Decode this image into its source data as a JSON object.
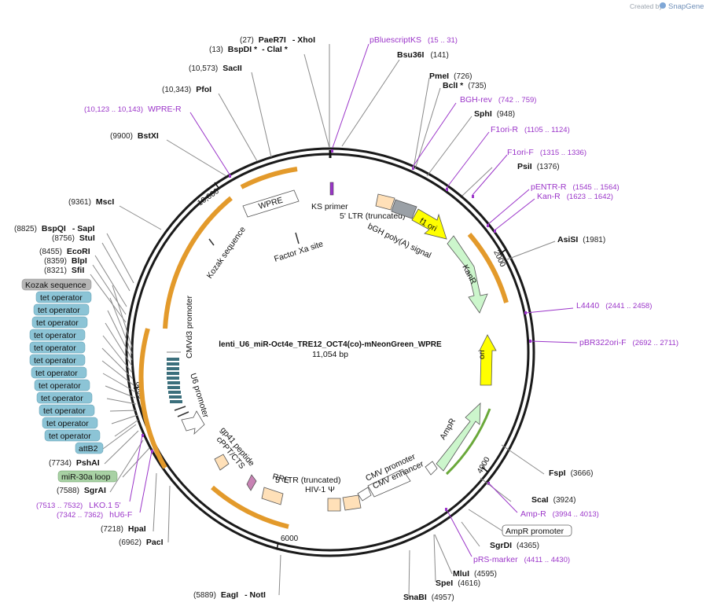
{
  "brand": {
    "created_by": "Created by",
    "app": "SnapGene"
  },
  "plasmid": {
    "name": "lenti_U6_miR-Oct4e_TRE12_OCT4(co)-mNeonGreen_WPRE",
    "size": "11,054 bp"
  },
  "ticks": [
    "2000",
    "4000",
    "6000",
    "8000",
    "10,000"
  ],
  "enzymes": [
    {
      "pos": "(27)",
      "name": "PaeR7I",
      "extra": "- XhoI"
    },
    {
      "pos": "(13)",
      "name": "BspDI *",
      "extra": "- ClaI *"
    },
    {
      "pos": "(10,573)",
      "name": "SacII",
      "extra": ""
    },
    {
      "pos": "(10,343)",
      "name": "PfoI",
      "extra": ""
    },
    {
      "pos": "(9900)",
      "name": "BstXI",
      "extra": ""
    },
    {
      "pos": "(9361)",
      "name": "MscI",
      "extra": ""
    },
    {
      "pos": "(8825)",
      "name": "BspQI",
      "extra": "- SapI"
    },
    {
      "pos": "(8756)",
      "name": "StuI",
      "extra": ""
    },
    {
      "pos": "(8455)",
      "name": "EcoRI",
      "extra": ""
    },
    {
      "pos": "(8359)",
      "name": "BlpI",
      "extra": ""
    },
    {
      "pos": "(8321)",
      "name": "SfiI",
      "extra": ""
    },
    {
      "pos": "(7734)",
      "name": "PshAI",
      "extra": ""
    },
    {
      "pos": "(7588)",
      "name": "SgrAI",
      "extra": ""
    },
    {
      "pos": "(7218)",
      "name": "HpaI",
      "extra": ""
    },
    {
      "pos": "(6962)",
      "name": "PacI",
      "extra": ""
    },
    {
      "pos": "(5889)",
      "name": "EagI",
      "extra": "- NotI"
    },
    {
      "pos": "(4957)",
      "name": "SnaBI",
      "extra": ""
    },
    {
      "pos": "(4616)",
      "name": "SpeI",
      "extra": ""
    },
    {
      "pos": "(4595)",
      "name": "MluI",
      "extra": ""
    },
    {
      "pos": "(4365)",
      "name": "SgrDI",
      "extra": ""
    },
    {
      "pos": "(3924)",
      "name": "ScaI",
      "extra": ""
    },
    {
      "pos": "(3666)",
      "name": "FspI",
      "extra": ""
    },
    {
      "pos": "(1981)",
      "name": "AsiSI",
      "extra": ""
    },
    {
      "pos": "(1376)",
      "name": "PsiI",
      "extra": ""
    },
    {
      "pos": "(948)",
      "name": "SphI",
      "extra": ""
    },
    {
      "pos": "(735)",
      "name": "BclI *",
      "extra": ""
    },
    {
      "pos": "(726)",
      "name": "PmeI",
      "extra": ""
    },
    {
      "pos": "(141)",
      "name": "Bsu36I",
      "extra": ""
    }
  ],
  "primers": [
    {
      "name": "pBluescriptKS",
      "range": "(15 .. 31)"
    },
    {
      "name": "WPRE-R",
      "range": "(10,123 .. 10,143)"
    },
    {
      "name": "BGH-rev",
      "range": "(742 .. 759)"
    },
    {
      "name": "F1ori-R",
      "range": "(1105 .. 1124)"
    },
    {
      "name": "F1ori-F",
      "range": "(1315 .. 1336)"
    },
    {
      "name": "pENTR-R",
      "range": "(1545 .. 1564)"
    },
    {
      "name": "Kan-R",
      "range": "(1623 .. 1642)"
    },
    {
      "name": "L4440",
      "range": "(2441 .. 2458)"
    },
    {
      "name": "pBR322ori-F",
      "range": "(2692 .. 2711)"
    },
    {
      "name": "Amp-R",
      "range": "(3994 .. 4013)"
    },
    {
      "name": "pRS-marker",
      "range": "(4411 .. 4430)"
    },
    {
      "name": "LKO.1 5'",
      "range": "(7513 .. 7532)"
    },
    {
      "name": "hU6-F",
      "range": "(7342 .. 7362)"
    }
  ],
  "badges": {
    "kozak": "Kozak sequence",
    "tet": [
      "tet operator",
      "tet operator",
      "tet operator",
      "tet operator",
      "tet operator",
      "tet operator",
      "tet operator",
      "tet operator",
      "tet operator",
      "tet operator",
      "tet operator",
      "tet operator"
    ],
    "attB2": "attB2",
    "mir": "miR-30a loop",
    "amp_promoter": "AmpR promoter"
  },
  "features": {
    "ks_primer": "KS primer",
    "ltr5_top": "5' LTR (truncated)",
    "bgh": "bGH poly(A) signal",
    "f1ori": "f1 ori",
    "kanr": "KanR",
    "ori": "ori",
    "ampr": "AmpR",
    "cmv_promoter": "CMV promoter",
    "cmv_enhancer": "CMV enhancer",
    "ltr5_bottom": "5' LTR (truncated)",
    "hiv": "HIV-1 Ψ",
    "rre": "RRE",
    "gp41": "gp41 peptide",
    "cppt": "cPPT/CTS",
    "u6": "U6 promoter",
    "cmvd3": "CMVd3 promoter",
    "kozak": "Kozak sequence",
    "factor_xa": "Factor Xa site",
    "wpre": "WPRE"
  },
  "colors": {
    "backbone": "#1a1a1a",
    "primer": "#9b35c9",
    "misc": "#bfbfbf",
    "orf_arc": "#e39a2b",
    "kanr_fill": "#ccf6cc",
    "ori_fill": "#ffff00",
    "ltr_fill": "#ffe0b8",
    "bgh_fill": "#9aa0a6",
    "tet_fill": "#8cc4d6",
    "mir_fill": "#a8d1a4",
    "kozak_fill": "#b5b5b5",
    "green_arc": "#6aa83a"
  }
}
